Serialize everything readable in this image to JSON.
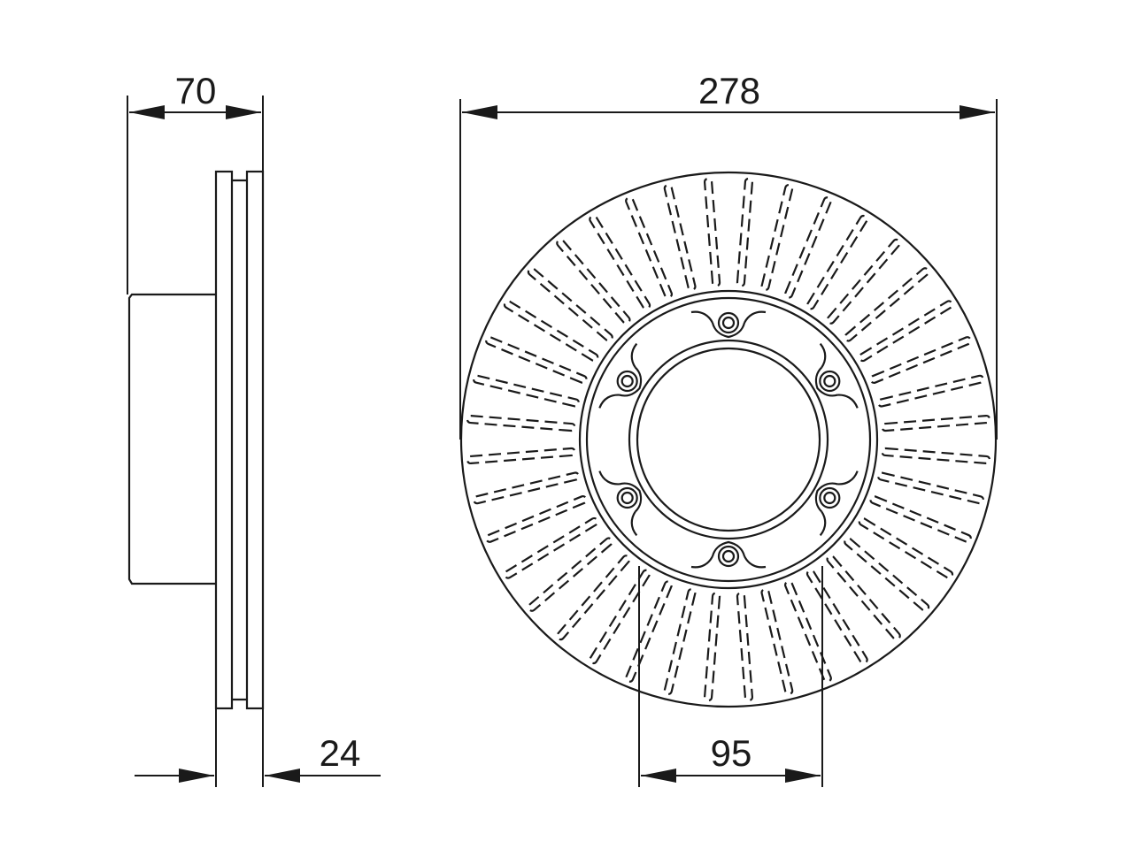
{
  "dimensions": {
    "hub_width": "70",
    "outer_diameter": "278",
    "disc_thickness": "24",
    "bolt_circle": "95"
  },
  "colors": {
    "line": "#1a1a1a",
    "background": "#ffffff"
  },
  "disc": {
    "vent_slots": 40,
    "bolt_holes": 6
  }
}
